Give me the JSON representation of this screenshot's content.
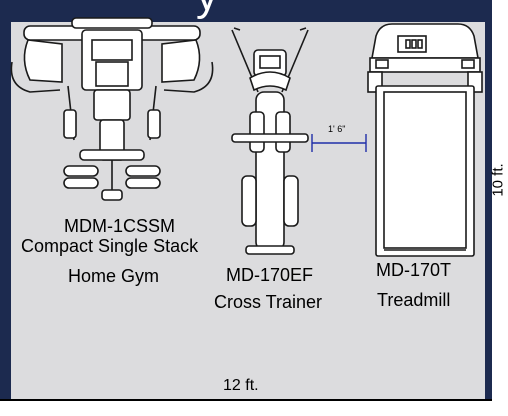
{
  "header_fragment": "y",
  "room": {
    "width_label": "12 ft.",
    "depth_label": "10 ft.",
    "colors": {
      "border": "#1c2a4f",
      "floor": "#dcdcde"
    }
  },
  "equipment": [
    {
      "model": "MDM-1CSSM",
      "line1": "Compact Single Stack",
      "line2": "Home Gym"
    },
    {
      "model": "MD-170EF",
      "line1": "Cross Trainer"
    },
    {
      "model": "MD-170T",
      "line1": "Treadmill"
    }
  ],
  "clearance_label": "1' 6\""
}
